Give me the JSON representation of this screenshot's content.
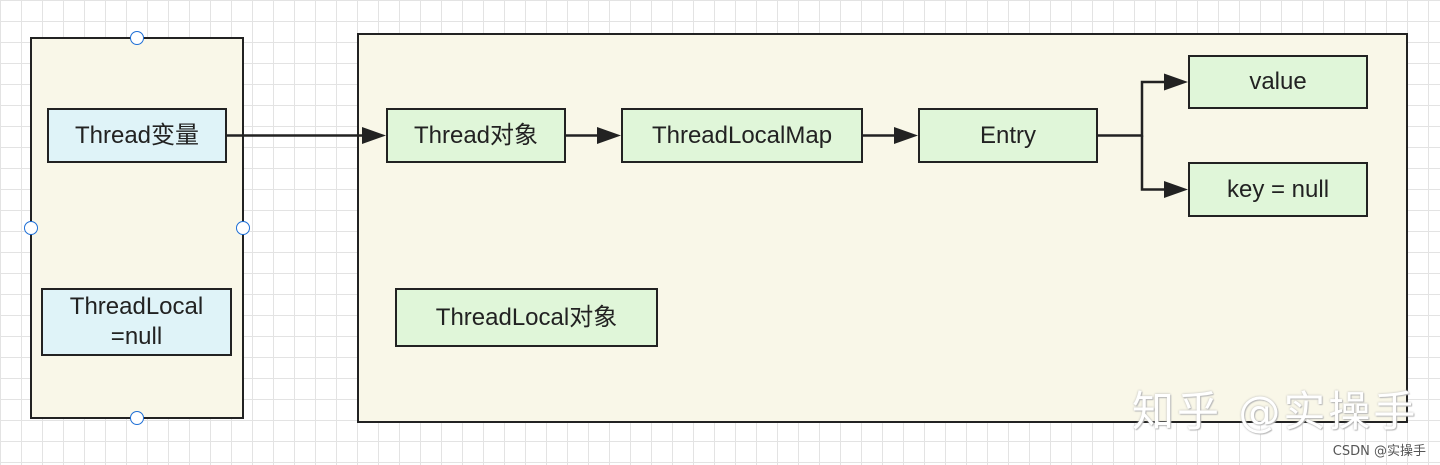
{
  "left_panel": {
    "thread_variable": "Thread变量",
    "threadlocal_null": "ThreadLocal\n=null"
  },
  "right_panel": {
    "thread_object": "Thread对象",
    "threadlocalmap": "ThreadLocalMap",
    "entry": "Entry",
    "value": "value",
    "key_null": "key = null",
    "threadlocal_object": "ThreadLocal对象"
  },
  "watermark": "知乎 @实操手",
  "csdn_credit": "CSDN @实操手",
  "colors": {
    "panel_fill": "#f9f7e8",
    "blue_node_fill": "#dff3f8",
    "green_node_fill": "#e0f6d9",
    "stroke": "#222222",
    "selection_handle": "#1e6fd6"
  }
}
